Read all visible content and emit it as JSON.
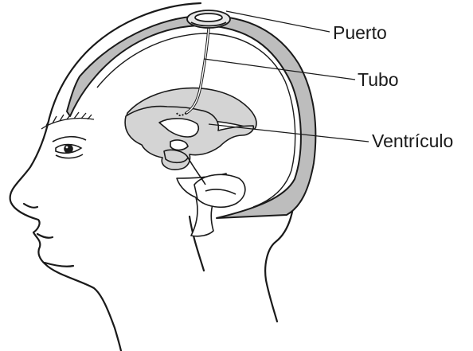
{
  "labels": {
    "port": "Puerto",
    "tube": "Tubo",
    "ventricle": "Ventrículo"
  },
  "colors": {
    "outline": "#1a1a1a",
    "skull_fill": "#bdbdbd",
    "ventricle_fill": "#d4d4d4",
    "brain_fill": "#ffffff",
    "background": "#ffffff"
  },
  "icons": {
    "port": "reservoir-port-icon",
    "eye": "eye-icon",
    "eyebrow": "eyebrow-icon"
  }
}
